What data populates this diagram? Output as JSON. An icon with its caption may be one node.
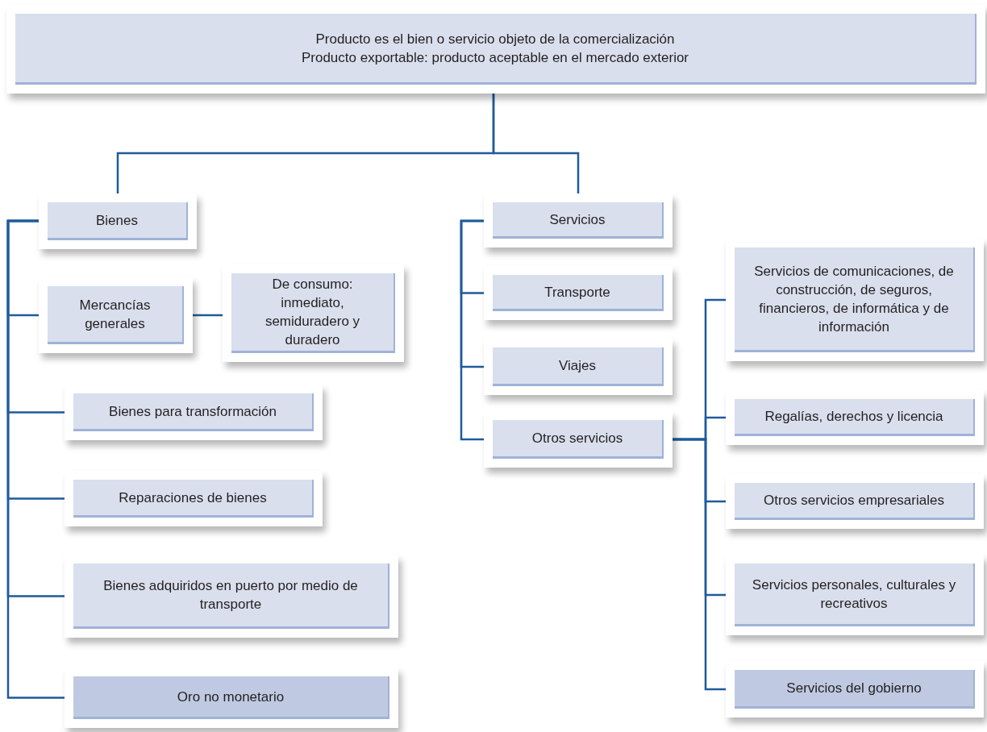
{
  "diagram": {
    "nodes": [
      {
        "text": [
          "Producto es el bien o servicio objeto de la comercialización",
          "Producto exportable: producto aceptable en el mercado exterior"
        ]
      },
      {
        "text": [
          "Bienes"
        ]
      },
      {
        "text": [
          "Mercancías generales"
        ]
      },
      {
        "text": [
          "De consumo: inmediato, semiduradero y duradero"
        ]
      },
      {
        "text": [
          "Bienes para transformación"
        ]
      },
      {
        "text": [
          "Reparaciones de bienes"
        ]
      },
      {
        "text": [
          "Bienes adquiridos en puerto por medio de transporte"
        ]
      },
      {
        "text": [
          "Oro no monetario"
        ]
      },
      {
        "text": [
          "Servicios"
        ]
      },
      {
        "text": [
          "Transporte"
        ]
      },
      {
        "text": [
          "Viajes"
        ]
      },
      {
        "text": [
          "Otros servicios"
        ]
      },
      {
        "text": [
          "Servicios de comunicaciones, de construcción, de seguros, financieros, de informática y de información"
        ]
      },
      {
        "text": [
          "Regalías, derechos y licencia"
        ]
      },
      {
        "text": [
          "Otros servicios empresariales"
        ]
      },
      {
        "text": [
          "Servicios personales, culturales y recreativos"
        ]
      },
      {
        "text": [
          "Servicios del gobierno"
        ]
      }
    ],
    "edges": [
      {
        "from": 0,
        "to": 1,
        "arrow": "none"
      },
      {
        "from": 0,
        "to": 8,
        "arrow": "none"
      },
      {
        "from": 1,
        "to": 2,
        "arrow": "none"
      },
      {
        "from": 1,
        "to": 4,
        "arrow": "none"
      },
      {
        "from": 1,
        "to": 5,
        "arrow": "none"
      },
      {
        "from": 1,
        "to": 6,
        "arrow": "none"
      },
      {
        "from": 1,
        "to": 7,
        "arrow": "none"
      },
      {
        "from": 2,
        "to": 3,
        "arrow": "none"
      },
      {
        "from": 8,
        "to": 9,
        "arrow": "none"
      },
      {
        "from": 8,
        "to": 10,
        "arrow": "none"
      },
      {
        "from": 8,
        "to": 11,
        "arrow": "none"
      },
      {
        "from": 11,
        "to": 12,
        "arrow": "none"
      },
      {
        "from": 11,
        "to": 13,
        "arrow": "none"
      },
      {
        "from": 11,
        "to": 14,
        "arrow": "none"
      },
      {
        "from": 11,
        "to": 15,
        "arrow": "none"
      },
      {
        "from": 11,
        "to": 16,
        "arrow": "none"
      }
    ]
  }
}
